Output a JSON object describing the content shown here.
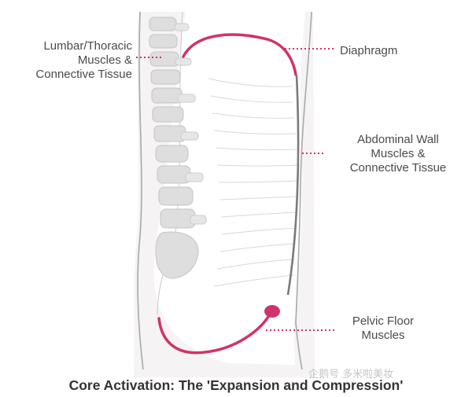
{
  "labels": {
    "lumbar": [
      "Lumbar/Thoracic",
      "Muscles &",
      "Connective Tissue"
    ],
    "diaphragm": "Diaphragm",
    "abdominal": [
      "Abdominal Wall",
      "Muscles &",
      "Connective Tissue"
    ],
    "pelvic": [
      "Pelvic Floor",
      "Muscles"
    ]
  },
  "caption": "Core Activation: The 'Expansion and Compression'",
  "watermark": "企鹅号 多米啦美妆",
  "colors": {
    "accent": "#d0336b",
    "body_outline": "#9a9a9a",
    "spine": "#d6d6d6",
    "cavity_lines": "#dadada",
    "label_text": "#4a4a4a"
  }
}
